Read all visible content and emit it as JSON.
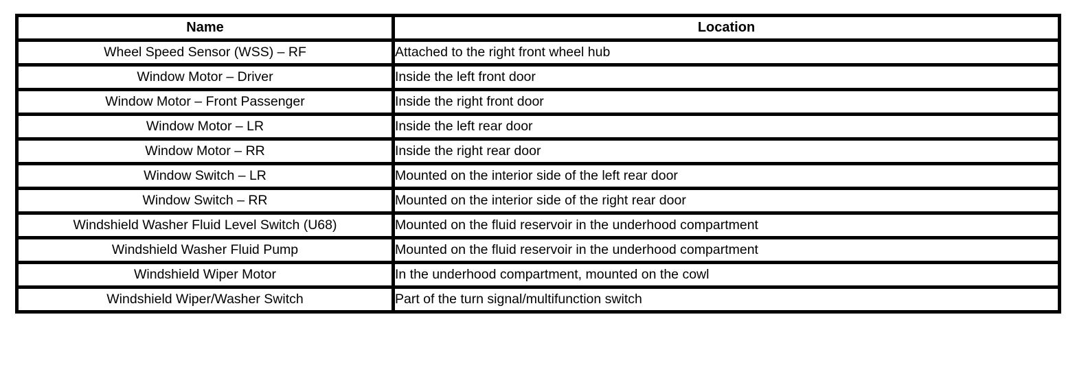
{
  "table": {
    "columns": [
      {
        "label": "Name"
      },
      {
        "label": "Location"
      }
    ],
    "rows": [
      {
        "name": "Wheel Speed Sensor (WSS) – RF",
        "location": "Attached to the right front wheel hub"
      },
      {
        "name": "Window Motor – Driver",
        "location": "Inside the left front door"
      },
      {
        "name": "Window Motor – Front Passenger",
        "location": "Inside the right front door"
      },
      {
        "name": "Window Motor – LR",
        "location": "Inside the left rear door"
      },
      {
        "name": "Window Motor – RR",
        "location": "Inside the right rear door"
      },
      {
        "name": "Window Switch – LR",
        "location": "Mounted on the interior side of the left rear door"
      },
      {
        "name": "Window Switch – RR",
        "location": "Mounted on the interior side of the right rear door"
      },
      {
        "name": "Windshield Washer Fluid Level Switch (U68)",
        "location": "Mounted on the fluid reservoir in the underhood compartment"
      },
      {
        "name": "Windshield Washer Fluid Pump",
        "location": "Mounted on the fluid reservoir in the underhood compartment"
      },
      {
        "name": "Windshield Wiper Motor",
        "location": "In the underhood compartment, mounted on the cowl"
      },
      {
        "name": "Windshield Wiper/Washer Switch",
        "location": "Part of the turn signal/multifunction switch"
      }
    ]
  }
}
